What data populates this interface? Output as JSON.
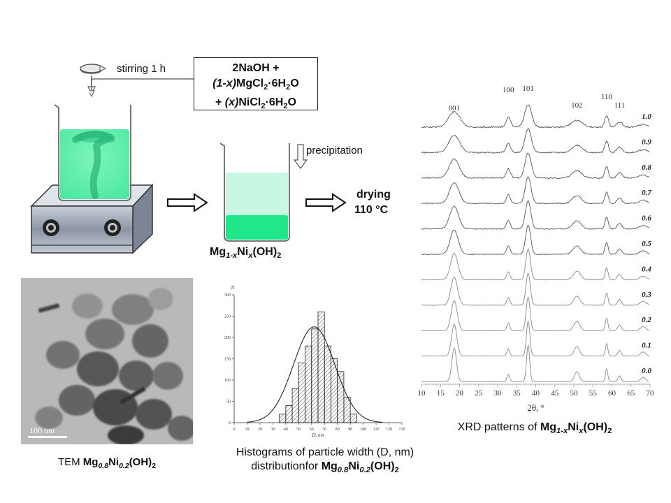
{
  "synthesis": {
    "stirring_label": "stirring 1 h",
    "reagents": {
      "line1": "2NaOH +",
      "line2_x": "(1-x)",
      "line2_rest": "MgCl",
      "line2_sub": "2",
      "line2_tail": "·6H",
      "line2_sub2": "2",
      "line2_end": "O",
      "line3_plus": "+ ",
      "line3_x": "(x)",
      "line3_rest": "NiCl",
      "line3_sub": "2",
      "line3_tail": "·6H",
      "line3_sub2": "2",
      "line3_end": "O"
    },
    "precipitation_label": "precipitation",
    "drying_label": "drying",
    "drying_temp": "110 °C",
    "product": {
      "a": "Mg",
      "a_sub": "1-x",
      "b": "Ni",
      "b_sub": "x",
      "c": "(OH)",
      "c_sub": "2"
    },
    "colors": {
      "solution": "#5ef2ae",
      "precipitate": "#20e88a",
      "supernatant": "#c8f7e2",
      "hotplate": "#9aa3b2"
    }
  },
  "tem": {
    "scale_label": "100 nm",
    "caption_prefix": "TEM ",
    "caption_formula": {
      "a": "Mg",
      "a_sub": "0.8",
      "b": "Ni",
      "b_sub": "0.2",
      "c": "(OH)",
      "c_sub": "2"
    }
  },
  "histogram": {
    "caption_line1": "Histograms of particle width (D, nm)",
    "caption_line2": "distributionfor ",
    "caption_formula": {
      "a": "Mg",
      "a_sub": "0.8",
      "b": "Ni",
      "b_sub": "0.2",
      "c": "(OH)",
      "c_sub": "2"
    }
  },
  "xrd": {
    "caption_prefix": "XRD patterns of ",
    "caption_formula": {
      "a": "Mg",
      "a_sub": "1-x",
      "b": "Ni",
      "b_sub": "x",
      "c": "(OH)",
      "c_sub": "2"
    }
  },
  "chart_data": [
    {
      "type": "bar",
      "ylabel": "N",
      "xlabel": "D, nm",
      "x_ticks": [
        "0",
        "10",
        "20",
        "30",
        "40",
        "50",
        "60",
        "70",
        "80",
        "90",
        "100",
        "110",
        "120",
        "130"
      ],
      "y_ticks": [
        "0",
        "50",
        "100",
        "150",
        "200",
        "250",
        "300"
      ],
      "xlim": [
        0,
        130
      ],
      "ylim": [
        0,
        300
      ],
      "bin_starts": [
        35,
        40,
        45,
        50,
        55,
        60,
        65,
        70,
        75,
        80,
        85,
        90
      ],
      "bin_width": 5,
      "values": [
        20,
        40,
        80,
        140,
        180,
        220,
        260,
        180,
        150,
        120,
        60,
        20
      ],
      "fit_curve": true
    },
    {
      "type": "line",
      "xlabel": "2θ, °",
      "x_ticks": [
        "10",
        "15",
        "20",
        "25",
        "30",
        "35",
        "40",
        "45",
        "50",
        "55",
        "60",
        "65",
        "70"
      ],
      "xlim": [
        10,
        70
      ],
      "peak_labels": [
        {
          "hkl": "001",
          "x": 18.6
        },
        {
          "hkl": "100",
          "x": 32.8
        },
        {
          "hkl": "101",
          "x": 38.0
        },
        {
          "hkl": "102",
          "x": 50.8
        },
        {
          "hkl": "110",
          "x": 58.6
        },
        {
          "hkl": "111",
          "x": 62.0
        }
      ],
      "series": [
        {
          "name": "1.0"
        },
        {
          "name": "0.9"
        },
        {
          "name": "0.8"
        },
        {
          "name": "0.7"
        },
        {
          "name": "0.6"
        },
        {
          "name": "0.5"
        },
        {
          "name": "0.4"
        },
        {
          "name": "0.3"
        },
        {
          "name": "0.2"
        },
        {
          "name": "0.1"
        },
        {
          "name": "0.0"
        }
      ]
    }
  ]
}
